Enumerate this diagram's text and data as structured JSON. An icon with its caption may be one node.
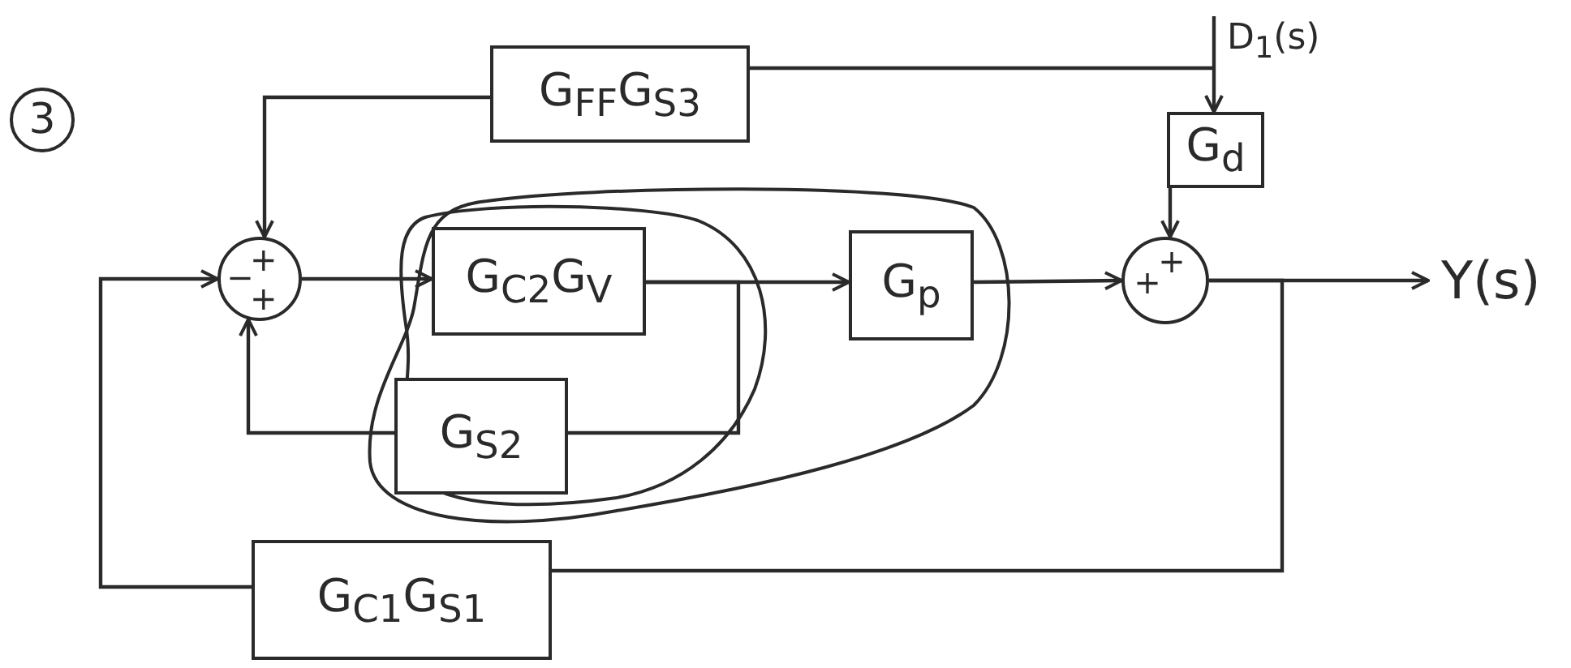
{
  "diagram": {
    "nodes": [
      {
        "text": [
          "G$_{FF}$G$_{S3}$"
        ]
      },
      {
        "text": [
          "D$_{1}$(s)"
        ]
      },
      {
        "text": [
          "G$_{d}$"
        ]
      },
      {
        "text": [
          "+",
          "−",
          "+"
        ]
      },
      {
        "text": [
          "G$_{C2}$G$_{V}$"
        ]
      },
      {
        "text": [
          "G$_{S2}$"
        ]
      },
      {
        "text": [
          "G$_{p}$"
        ]
      },
      {
        "text": [
          "+",
          "+"
        ]
      },
      {
        "text": [
          "Y(s)"
        ]
      },
      {
        "text": [
          "G$_{C1}$G$_{S1}$"
        ]
      }
    ],
    "edges": [
      {
        "from": 1,
        "to": 2,
        "arrow": "to"
      },
      {
        "from": 1,
        "to": 0,
        "arrow": "none"
      },
      {
        "from": 0,
        "to": 3,
        "arrow": "to"
      },
      {
        "from": 2,
        "to": 7,
        "arrow": "to"
      },
      {
        "from": 3,
        "to": 4,
        "arrow": "to"
      },
      {
        "from": 4,
        "to": 6,
        "arrow": "to"
      },
      {
        "from": 4,
        "to": 5,
        "arrow": "none"
      },
      {
        "from": 5,
        "to": 3,
        "arrow": "to"
      },
      {
        "from": 6,
        "to": 7,
        "arrow": "to"
      },
      {
        "from": 7,
        "to": 8,
        "arrow": "to"
      },
      {
        "from": 7,
        "to": 9,
        "arrow": "none"
      },
      {
        "from": 9,
        "to": 3,
        "arrow": "to"
      }
    ],
    "labels": [
      "3"
    ]
  }
}
